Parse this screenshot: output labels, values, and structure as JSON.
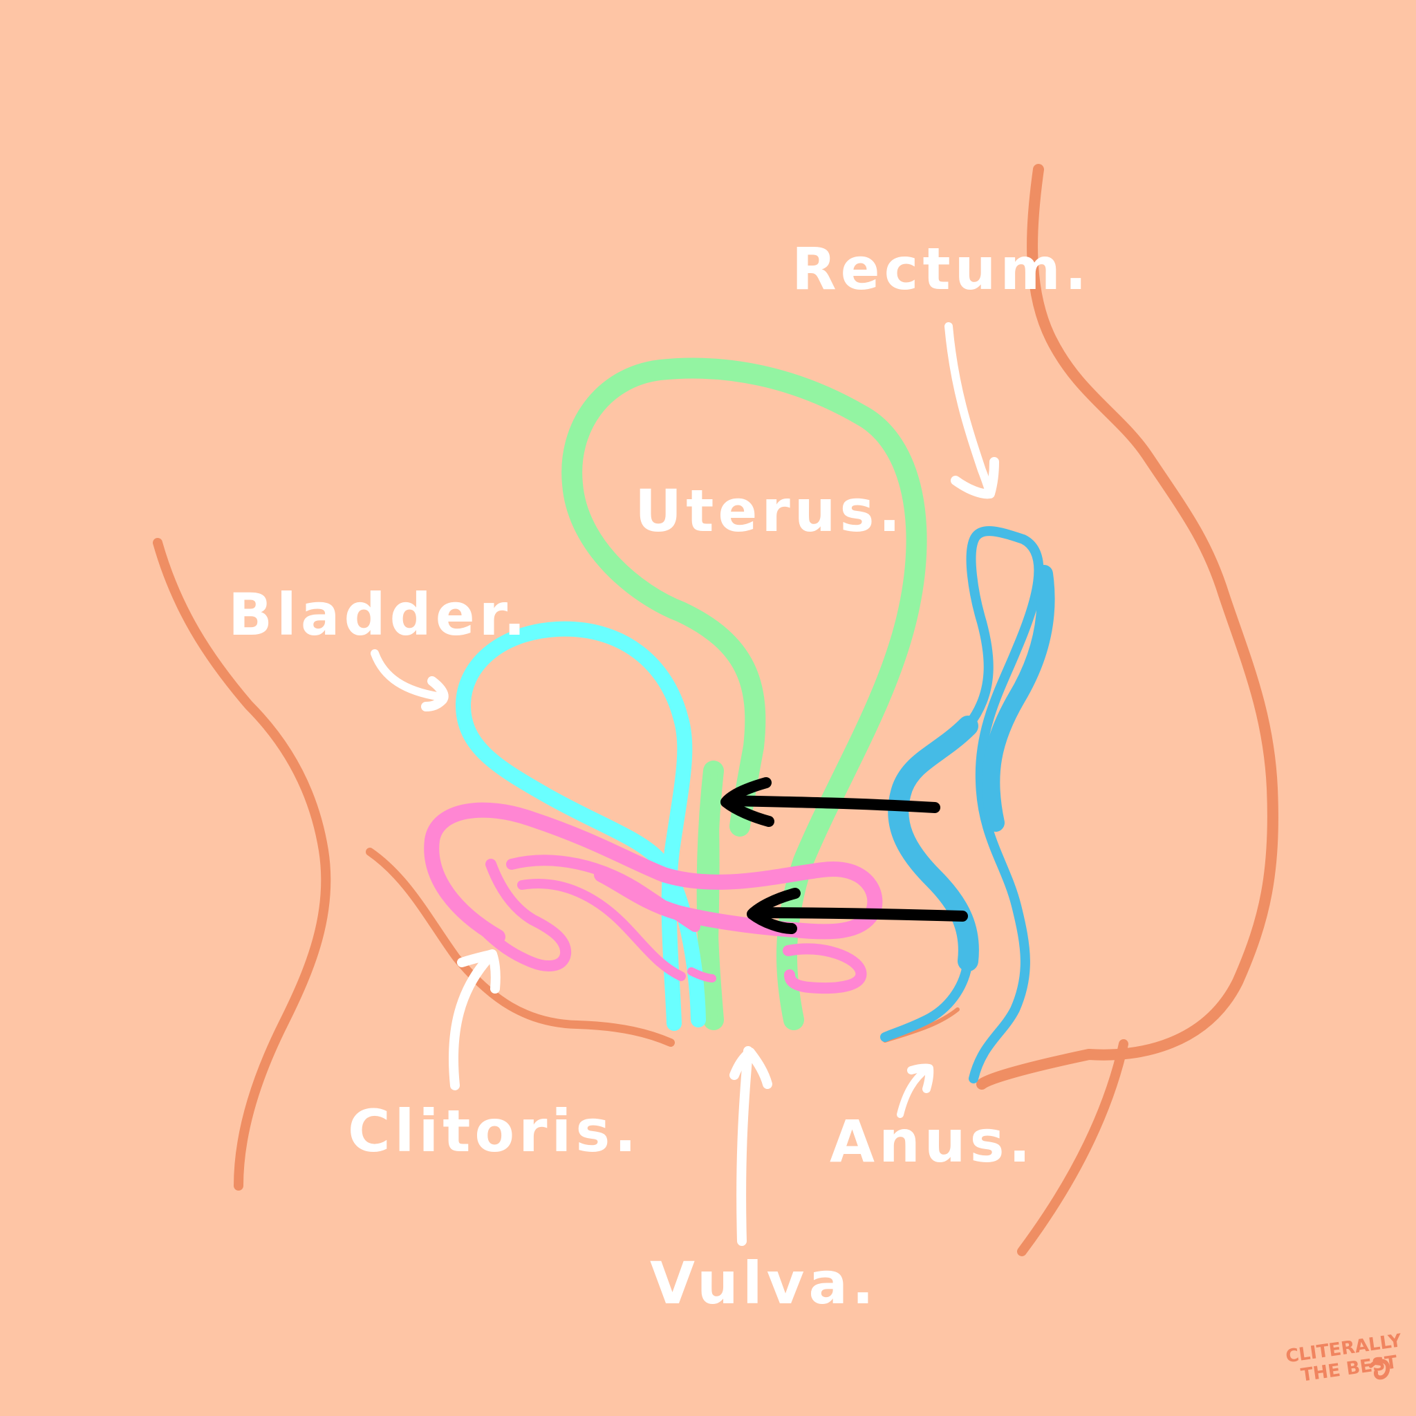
{
  "colors": {
    "background": "#FEC5A5",
    "body_outline": "#EF8E63",
    "uterus": "#93F4A2",
    "bladder": "#6AFFFF",
    "clitoris": "#FF86D3",
    "rectum": "#45BBE6",
    "pointer_arrows": "#FFFFFF",
    "focus_arrows": "#000000",
    "labels": "#FFFFFF",
    "watermark": "#F0845F"
  },
  "labels": {
    "rectum": "Rectum.",
    "uterus": "Uterus.",
    "bladder": "Bladder.",
    "clitoris": "Clitoris.",
    "anus": "Anus.",
    "vulva": "Vulva."
  },
  "watermark": {
    "line1": "CLITERALLY",
    "line2": "THE BEST"
  }
}
